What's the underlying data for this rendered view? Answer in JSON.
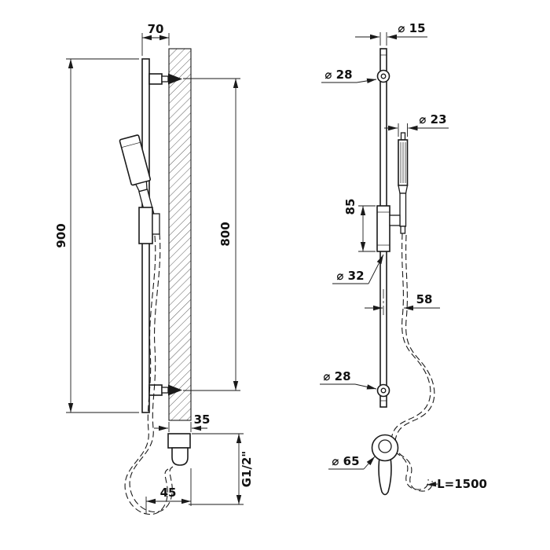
{
  "side_view": {
    "dim_width_top": "70",
    "dim_total_height": "900",
    "dim_fixing_height": "800",
    "dim_wall_thickness": "35",
    "dim_outlet_offset": "45",
    "thread_label": "G1/2\""
  },
  "front_view": {
    "dim_rail_diameter": "⌀ 15",
    "dim_upper_bracket_diameter": "⌀ 28",
    "dim_handshower_diameter": "⌀ 23",
    "dim_slider_length": "85",
    "dim_slider_diameter": "⌀ 32",
    "dim_handshower_offset": "58",
    "dim_lower_bracket_diameter": "⌀ 28",
    "dim_outlet_diameter": "⌀ 65",
    "hose_length_label": "L=1500"
  }
}
